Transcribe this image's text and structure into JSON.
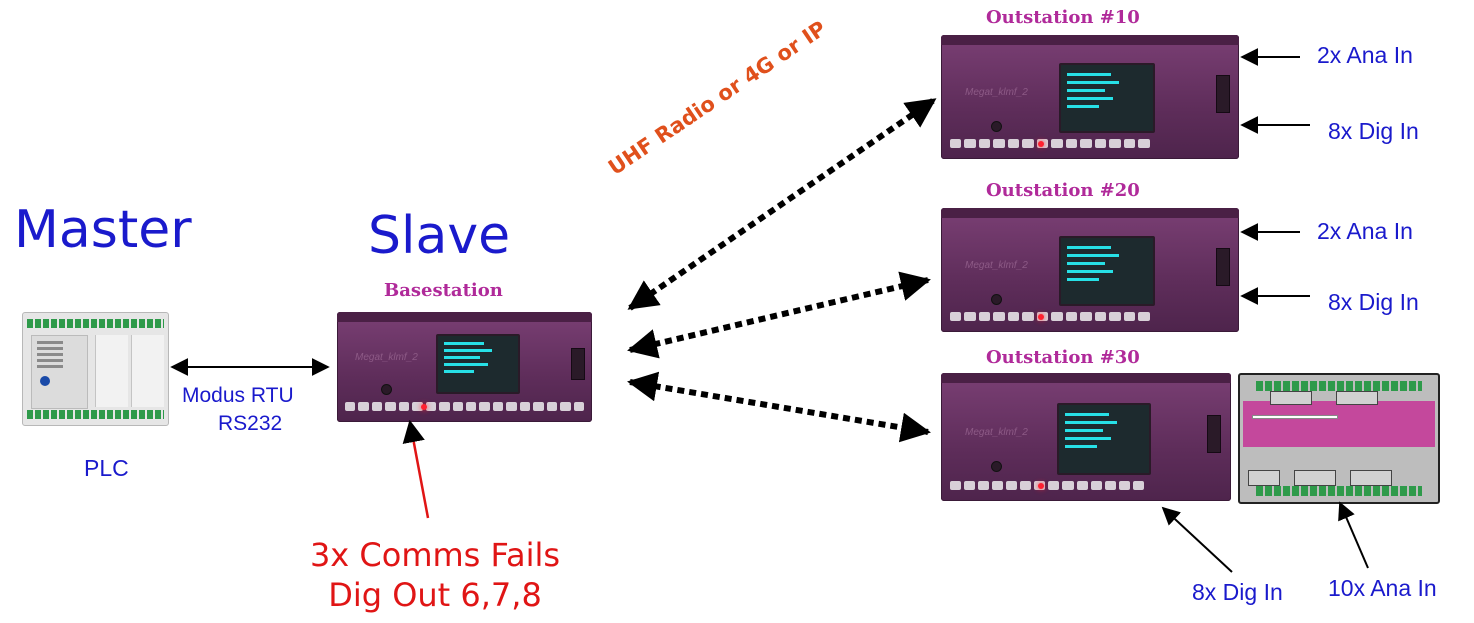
{
  "master": {
    "title": "Master",
    "plc_label": "PLC"
  },
  "slave": {
    "title": "Slave",
    "subtitle": "Basestation"
  },
  "link": {
    "line1": "Modus RTU",
    "line2": "RS232"
  },
  "radio": {
    "label": "UHF Radio or 4G or IP"
  },
  "fail": {
    "line1": "3x Comms Fails",
    "line2": "Dig Out 6,7,8"
  },
  "outstations": [
    {
      "title": "Outstation #10",
      "in1": "2x Ana In",
      "in2": "8x Dig In"
    },
    {
      "title": "Outstation #20",
      "in1": "2x Ana In",
      "in2": "8x Dig In"
    },
    {
      "title": "Outstation #30",
      "in1": "8x Dig In",
      "in2": "10x Ana In"
    }
  ],
  "colors": {
    "blue_text": "#1a1acc",
    "purple_subtitle": "#b02a9a",
    "red_text": "#e01515",
    "radio_text": "#e0501c",
    "device": "#6a3466"
  }
}
